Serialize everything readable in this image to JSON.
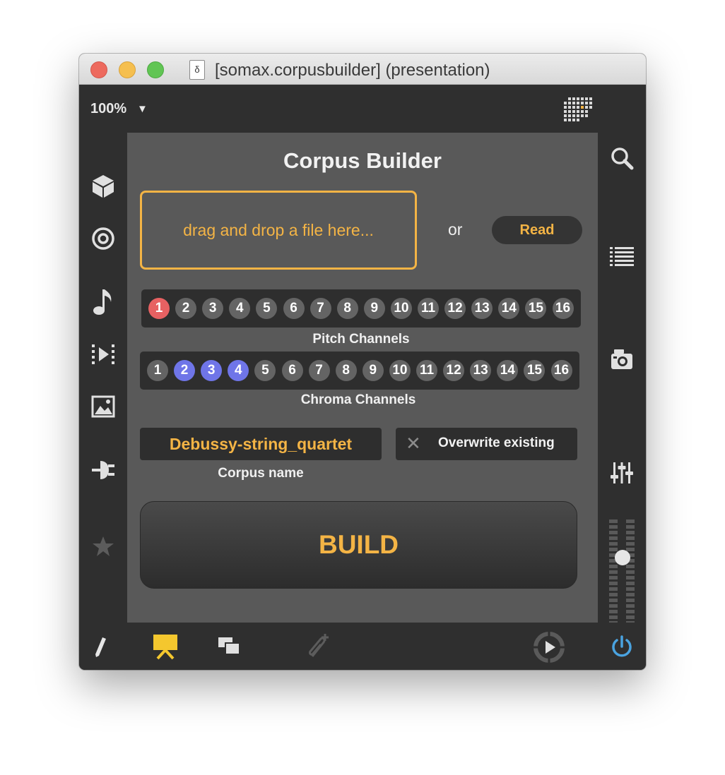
{
  "window": {
    "title": "[somax.corpusbuilder] (presentation)",
    "doc_icon_glyph": "δ"
  },
  "toolbar": {
    "zoom": "100%",
    "zoom_arrow": "▼"
  },
  "patcher": {
    "heading": "Corpus Builder",
    "dropzone_text": "drag and drop a file here...",
    "or_text": "or",
    "read_label": "Read",
    "pitch_channels": {
      "label": "Pitch Channels",
      "values": [
        "1",
        "2",
        "3",
        "4",
        "5",
        "6",
        "7",
        "8",
        "9",
        "10",
        "11",
        "12",
        "13",
        "14",
        "15",
        "16"
      ],
      "active": [
        1
      ]
    },
    "chroma_channels": {
      "label": "Chroma Channels",
      "values": [
        "1",
        "2",
        "3",
        "4",
        "5",
        "6",
        "7",
        "8",
        "9",
        "10",
        "11",
        "12",
        "13",
        "14",
        "15",
        "16"
      ],
      "active": [
        2,
        3,
        4
      ]
    },
    "corpus_name_value": "Debussy-string_quartet",
    "corpus_name_label": "Corpus name",
    "overwrite_icon": "✕",
    "overwrite_label": "Overwrite existing",
    "build_label": "BUILD"
  },
  "colors": {
    "accent": "#f4b445",
    "pitch_active": "#e76162",
    "chroma_active": "#6f75e8",
    "power": "#4aa3e0"
  },
  "icons": {
    "left": [
      "cube-icon",
      "target-icon",
      "music-note-icon",
      "step-play-icon",
      "image-icon",
      "plug-icon",
      "star-icon"
    ],
    "right": [
      "search-icon",
      "list-icon",
      "camera-icon",
      "sliders-icon"
    ],
    "bottom": [
      "pencil-icon",
      "presentation-icon",
      "windows-icon",
      "paperclip-add-icon",
      "play-circle-icon",
      "power-icon"
    ]
  },
  "meter": {
    "level": 0.75
  }
}
